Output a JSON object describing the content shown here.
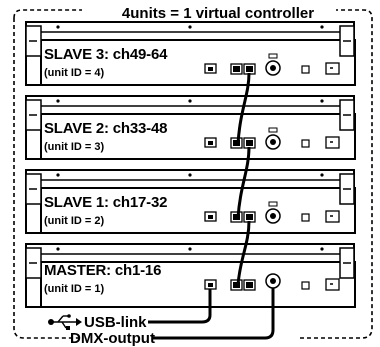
{
  "title": "4units = 1 virtual controller",
  "units": [
    {
      "name": "SLAVE 3: ch49-64",
      "id": "(unit ID = 4)"
    },
    {
      "name": "SLAVE 2: ch33-48",
      "id": "(unit ID = 3)"
    },
    {
      "name": "SLAVE 1: ch17-32",
      "id": "(unit ID = 2)"
    },
    {
      "name": "MASTER: ch1-16",
      "id": "(unit ID = 1)"
    }
  ],
  "labels": {
    "usb_link": "USB-link",
    "dmx_output": "DMX-output"
  },
  "icons": [
    "usb-icon",
    "dmx-xlr-connector-icon",
    "power-switch-icon"
  ]
}
